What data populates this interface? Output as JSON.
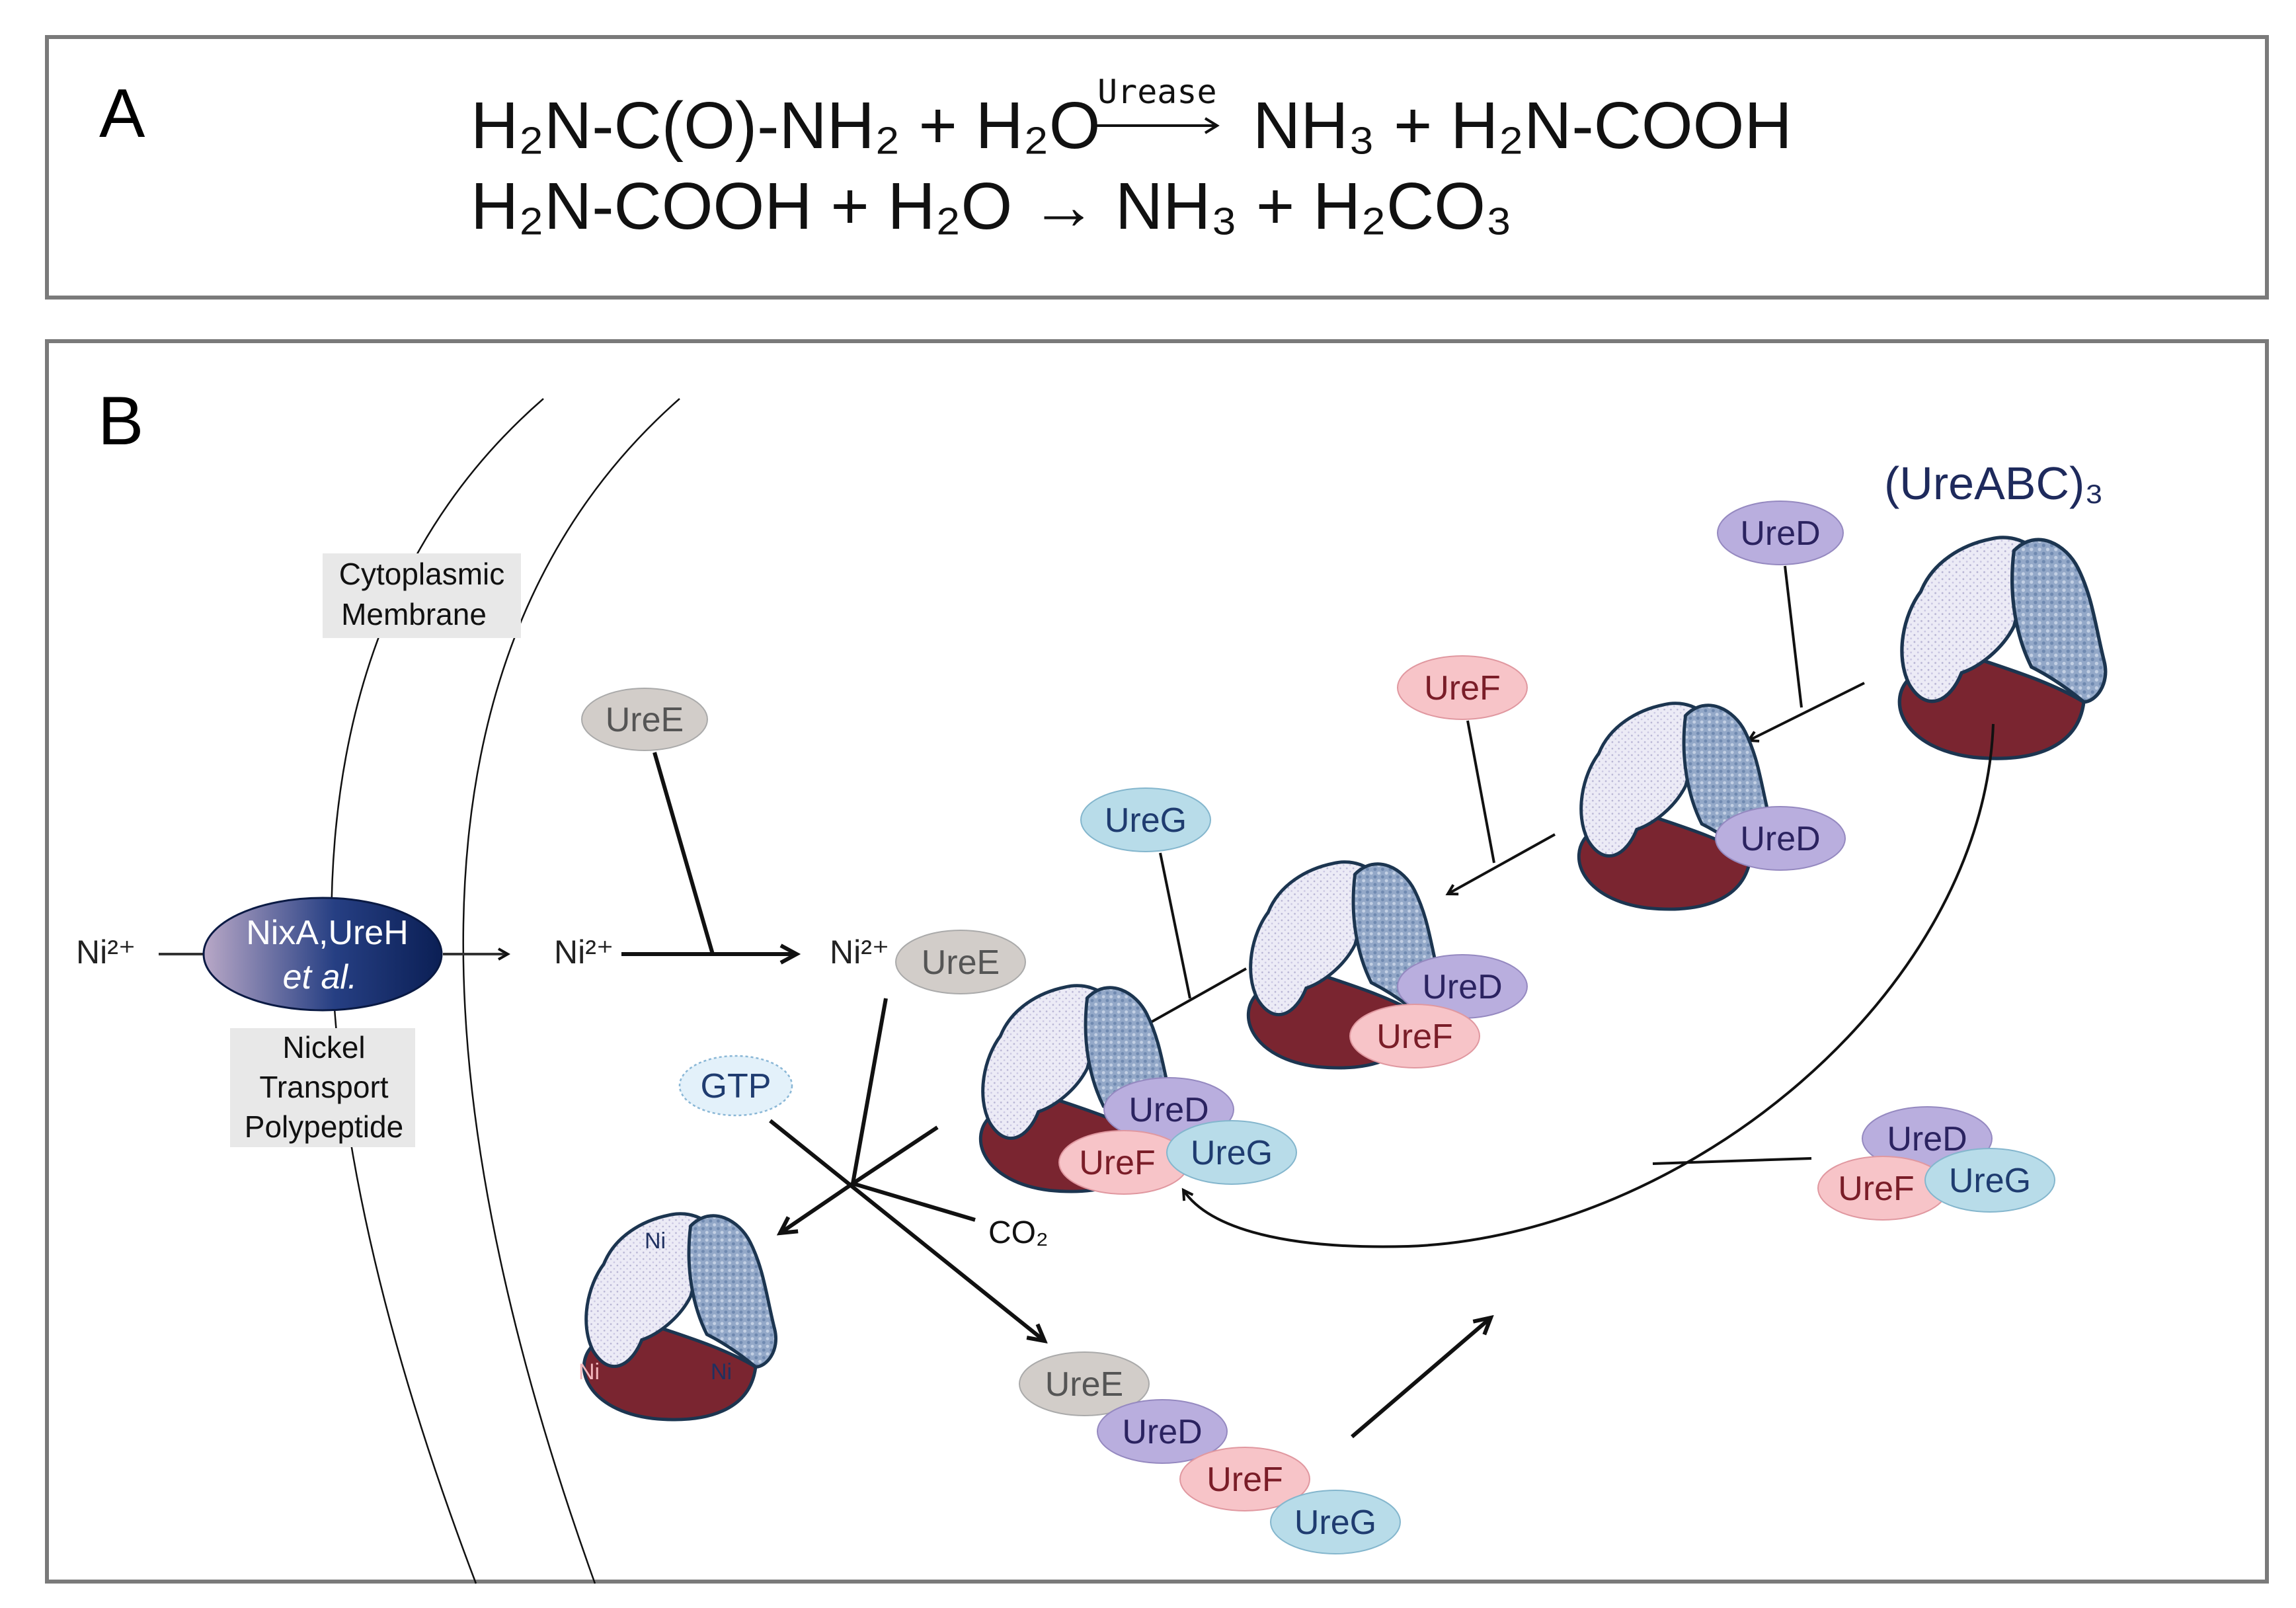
{
  "panel_a": {
    "label": "A",
    "eq1": {
      "reactant": "H₂N-C(O)-NH₂ + H₂O",
      "enzyme": "Urease",
      "product": "NH₃ + H₂N-COOH"
    },
    "eq2": "H₂N-COOH + H₂O → NH₃ + H₂CO₃"
  },
  "panel_b": {
    "label": "B",
    "membrane_label": [
      "Cytoplasmic",
      "Membrane"
    ],
    "transport_label": [
      "Nickel",
      "Transport",
      "Polypeptide"
    ],
    "transporter": [
      "NixA,UreH",
      "et al."
    ],
    "ni_ion": "Ni²⁺",
    "complex_label": "(UreABC)₃",
    "ni_site": "Ni",
    "gtp": "GTP",
    "co2": "CO₂",
    "proteins": {
      "ureD": "UreD",
      "ureF": "UreF",
      "ureG": "UreG",
      "ureE": "UreE"
    },
    "colors": {
      "ureD": "#b9aede",
      "ureF": "#f7c4c8",
      "ureG": "#b8dce9",
      "ureE": "#d2cdc9",
      "gtp": "#e3f1fa",
      "transporter_dark": "#0d2a66",
      "complex_dark": "#7a2530",
      "complex_light": "#eae9f5",
      "complex_mid": "#8fa4c4"
    }
  }
}
